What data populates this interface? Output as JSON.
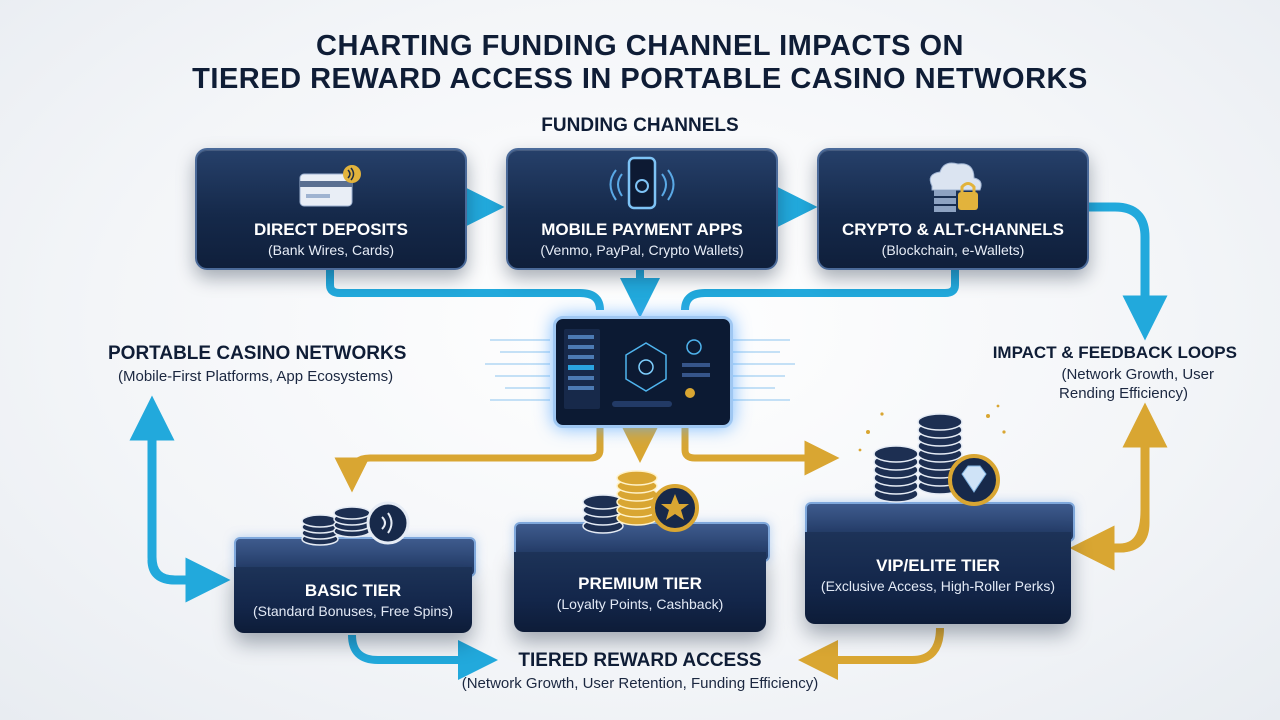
{
  "title": {
    "line1": "CHARTING FUNDING CHANNEL IMPACTS ON",
    "line2": "TIERED REWARD ACCESS IN PORTABLE CASINO NETWORKS"
  },
  "funding_channels": {
    "label": "FUNDING CHANNELS",
    "items": [
      {
        "name": "DIRECT DEPOSITS",
        "desc": "(Bank Wires, Cards)",
        "icon": "credit-card-icon"
      },
      {
        "name": "MOBILE PAYMENT APPS",
        "desc": "(Venmo, PayPal, Crypto Wallets)",
        "icon": "smartphone-nfc-icon"
      },
      {
        "name": "CRYPTO & ALT-CHANNELS",
        "desc": "(Blockchain, e-Wallets)",
        "icon": "cloud-lock-icon"
      }
    ]
  },
  "networks": {
    "label": "PORTABLE CASINO NETWORKS",
    "desc": "(Mobile-First Platforms, App Ecosystems)"
  },
  "feedback": {
    "label": "IMPACT & FEEDBACK LOOPS",
    "desc_line1": "(Network Growth, User",
    "desc_line2": "Rending Efficiency)"
  },
  "tiers": [
    {
      "name": "BASIC TIER",
      "desc": "(Standard Bonuses, Free Spins)"
    },
    {
      "name": "PREMIUM TIER",
      "desc": "(Loyalty Points, Cashback)"
    },
    {
      "name": "VIP/ELITE TIER",
      "desc": "(Exclusive Access, High-Roller Perks)"
    }
  ],
  "reward_access": {
    "label": "TIERED REWARD ACCESS",
    "desc": "(Network Growth, User Retention, Funding Efficiency)"
  },
  "colors": {
    "blue_flow": "#22a9dc",
    "gold_flow": "#d9a632",
    "navy": "#13264a"
  }
}
